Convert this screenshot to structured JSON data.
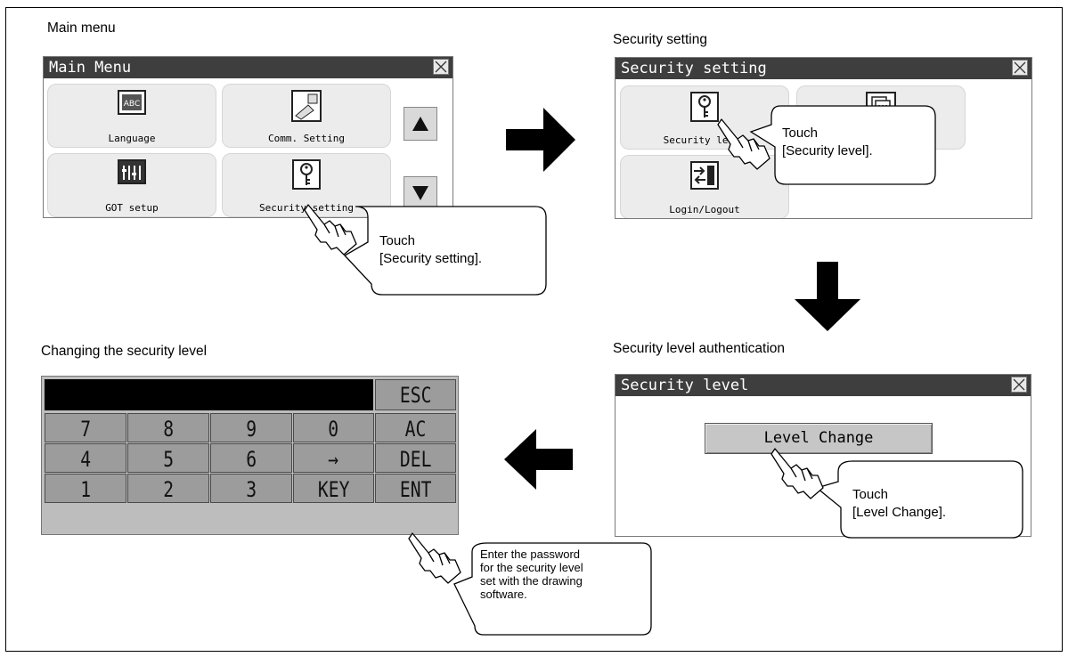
{
  "labels": {
    "main_menu": "Main menu",
    "security_setting": "Security setting",
    "security_level_auth": "Security level authentication",
    "changing_level": "Changing the security level"
  },
  "main_menu_window": {
    "title": "Main Menu",
    "tiles": [
      {
        "label": "Language",
        "icon": "language-icon"
      },
      {
        "label": "Comm. Setting",
        "icon": "comm-setting-icon"
      },
      {
        "label": "GOT setup",
        "icon": "got-setup-icon"
      },
      {
        "label": "Security setting",
        "icon": "key-icon"
      }
    ],
    "scroll_up": "▲",
    "scroll_down": "▼"
  },
  "security_setting_window": {
    "title": "Security setting",
    "tiles": [
      {
        "label": "Security level",
        "icon": "key-icon"
      },
      {
        "label": "",
        "icon": "documents-icon"
      },
      {
        "label": "Login/Logout",
        "icon": "login-logout-icon"
      }
    ]
  },
  "security_level_window": {
    "title": "Security level",
    "button": "Level Change"
  },
  "keypad": {
    "rows": [
      [
        "",
        "",
        "",
        "",
        "ESC"
      ],
      [
        "7",
        "8",
        "9",
        "0",
        "AC"
      ],
      [
        "4",
        "5",
        "6",
        "→",
        "DEL"
      ],
      [
        "1",
        "2",
        "3",
        "KEY",
        "ENT"
      ]
    ]
  },
  "callouts": {
    "security_setting_l1": "Touch",
    "security_setting_l2": "[Security setting].",
    "security_level_l1": "Touch",
    "security_level_l2": "[Security level].",
    "level_change_l1": "Touch",
    "level_change_l2": "[Level Change].",
    "password_l1": "Enter the password",
    "password_l2": "for the security level",
    "password_l3": "set with the drawing",
    "password_l4": "software."
  },
  "colors": {
    "title_bar": "#3e3e3e",
    "tile_bg": "#ececec",
    "key_bg": "#9c9c9c",
    "arrow": "#000000"
  }
}
